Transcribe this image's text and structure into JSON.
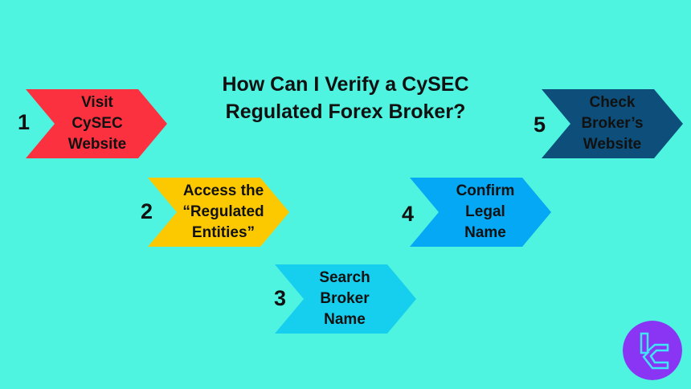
{
  "title": {
    "line1": "How Can I Verify a CySEC",
    "line2": "Regulated Forex Broker?"
  },
  "steps": [
    {
      "number": "1",
      "lines": [
        "Visit",
        "CySEC",
        "Website"
      ],
      "color": "#fc3140"
    },
    {
      "number": "2",
      "lines": [
        "Access the",
        "“Regulated",
        "Entities”"
      ],
      "color": "#fcc900"
    },
    {
      "number": "3",
      "lines": [
        "Search",
        "Broker",
        "Name"
      ],
      "color": "#16cfee"
    },
    {
      "number": "4",
      "lines": [
        "Confirm",
        "Legal",
        "Name"
      ],
      "color": "#05a8f4"
    },
    {
      "number": "5",
      "lines": [
        "Check",
        "Broker’s",
        "Website"
      ],
      "color": "#0d4f7a"
    }
  ],
  "colors": {
    "background": "#4ff4e0",
    "logo_bg": "#8a34f4",
    "logo_stroke": "#3fe6f8"
  },
  "logo": {
    "icon": "tc-brand-logo"
  }
}
